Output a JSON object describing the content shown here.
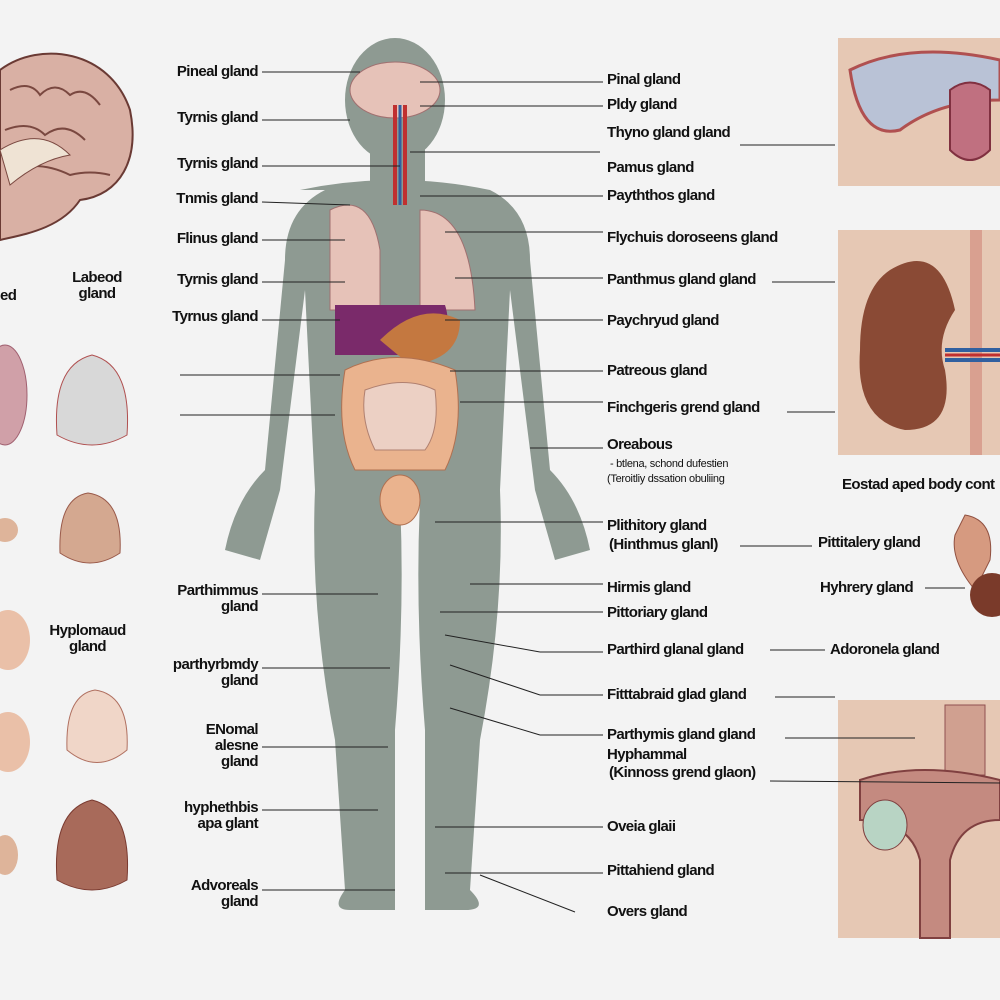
{
  "left_labels": [
    "Pineal gland",
    "Tyrnis gland",
    "Tyrnis gland",
    "Tnmis gland",
    "Flinus gland",
    "Tyrnis gland",
    "Tyrnus gland"
  ],
  "left_lower_labels": [
    "Parthimmus gland",
    "parthyrbmdy gland",
    "ENomal alesne gland",
    "hyphethbis apa glant",
    "Advoreals gland"
  ],
  "left_column": {
    "partial_label": "ed",
    "labeled_gland": "Labeod gland",
    "hypothalamus_gland": "Hyplomaud gland"
  },
  "right_labels": {
    "pinal": "Pinal gland",
    "pldy": "Pldy gland",
    "thyno": "Thyno gland gland",
    "pamus": "Pamus gland",
    "payththos": "Payththos gland",
    "flychuis": "Flychuis doroseens gland",
    "panthmus": "Panthmus gland gland",
    "paychryud": "Paychryud gland",
    "patreous": "Patreous gland",
    "finchgeris": "Finchgeris grend gland",
    "oreabous": "Oreabous",
    "oreabous_sub1": "- btlena, schond dufestien",
    "oreabous_sub2": "(Teroitliy dssation obuliing",
    "plithitory": "Plithitory gland",
    "hinthmus": "(Hinthmus glanl)",
    "hirmis": "Hirmis gland",
    "pittoriary": "Pittoriary gland",
    "parthird": "Parthird glanal gland",
    "fitttabraid": "Fitttabraid glad gland",
    "parthymis": "Parthymis gland gland",
    "hyphammal": "Hyphammal",
    "kinnoss": "(Kinnoss grend glaon)",
    "oveia": "Oveia glaii",
    "pittahiend": "Pittahiend gland",
    "overs": "Overs gland"
  },
  "far_right_labels": {
    "body_caption": "Eostad aped body cont",
    "pituitary": "Pittitalery gland",
    "hyhrery": "Hyhrery gland",
    "adrenal": "Adoronela gland"
  },
  "colors": {
    "background": "#f3f3f3",
    "body": "#8e9a92",
    "liver": "#7a2a6a",
    "organ_pink": "#e6c2b8",
    "intestine": "#eab38e",
    "kidney": "#8a4a35",
    "panel": "#e6c8b4"
  }
}
